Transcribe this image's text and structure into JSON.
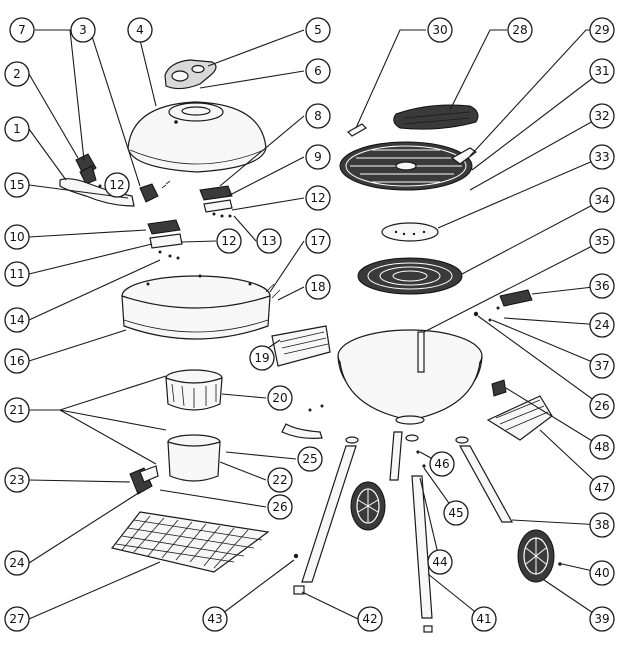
{
  "diagram": {
    "callouts": [
      {
        "id": "1",
        "label": "1"
      },
      {
        "id": "2",
        "label": "2"
      },
      {
        "id": "3",
        "label": "3"
      },
      {
        "id": "4",
        "label": "4"
      },
      {
        "id": "5",
        "label": "5"
      },
      {
        "id": "6",
        "label": "6"
      },
      {
        "id": "7",
        "label": "7"
      },
      {
        "id": "8",
        "label": "8"
      },
      {
        "id": "9",
        "label": "9"
      },
      {
        "id": "10",
        "label": "10"
      },
      {
        "id": "11",
        "label": "11"
      },
      {
        "id": "12a",
        "label": "12"
      },
      {
        "id": "12b",
        "label": "12"
      },
      {
        "id": "12c",
        "label": "12"
      },
      {
        "id": "13",
        "label": "13"
      },
      {
        "id": "14",
        "label": "14"
      },
      {
        "id": "15",
        "label": "15"
      },
      {
        "id": "16",
        "label": "16"
      },
      {
        "id": "17",
        "label": "17"
      },
      {
        "id": "18",
        "label": "18"
      },
      {
        "id": "19",
        "label": "19"
      },
      {
        "id": "20",
        "label": "20"
      },
      {
        "id": "21",
        "label": "21"
      },
      {
        "id": "22",
        "label": "22"
      },
      {
        "id": "23",
        "label": "23"
      },
      {
        "id": "24a",
        "label": "24"
      },
      {
        "id": "24b",
        "label": "24"
      },
      {
        "id": "25",
        "label": "25"
      },
      {
        "id": "26a",
        "label": "26"
      },
      {
        "id": "26b",
        "label": "26"
      },
      {
        "id": "27",
        "label": "27"
      },
      {
        "id": "28",
        "label": "28"
      },
      {
        "id": "29",
        "label": "29"
      },
      {
        "id": "30",
        "label": "30"
      },
      {
        "id": "31",
        "label": "31"
      },
      {
        "id": "32",
        "label": "32"
      },
      {
        "id": "33",
        "label": "33"
      },
      {
        "id": "34",
        "label": "34"
      },
      {
        "id": "35",
        "label": "35"
      },
      {
        "id": "36",
        "label": "36"
      },
      {
        "id": "37",
        "label": "37"
      },
      {
        "id": "38",
        "label": "38"
      },
      {
        "id": "39",
        "label": "39"
      },
      {
        "id": "40",
        "label": "40"
      },
      {
        "id": "41",
        "label": "41"
      },
      {
        "id": "42",
        "label": "42"
      },
      {
        "id": "43",
        "label": "43"
      },
      {
        "id": "44",
        "label": "44"
      },
      {
        "id": "45",
        "label": "45"
      },
      {
        "id": "46",
        "label": "46"
      },
      {
        "id": "47",
        "label": "47"
      },
      {
        "id": "48",
        "label": "48"
      }
    ]
  }
}
